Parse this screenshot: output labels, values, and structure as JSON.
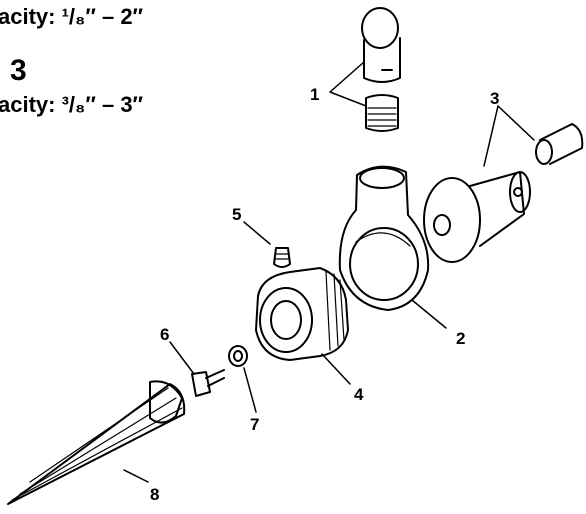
{
  "header": {
    "capacity_line_1": "acity: ¹/₈″ – 2″",
    "model_number": "3",
    "capacity_line_2": "acity: ³/₈″ – 3″"
  },
  "callouts": [
    "1",
    "2",
    "3",
    "4",
    "5",
    "6",
    "7",
    "8"
  ]
}
